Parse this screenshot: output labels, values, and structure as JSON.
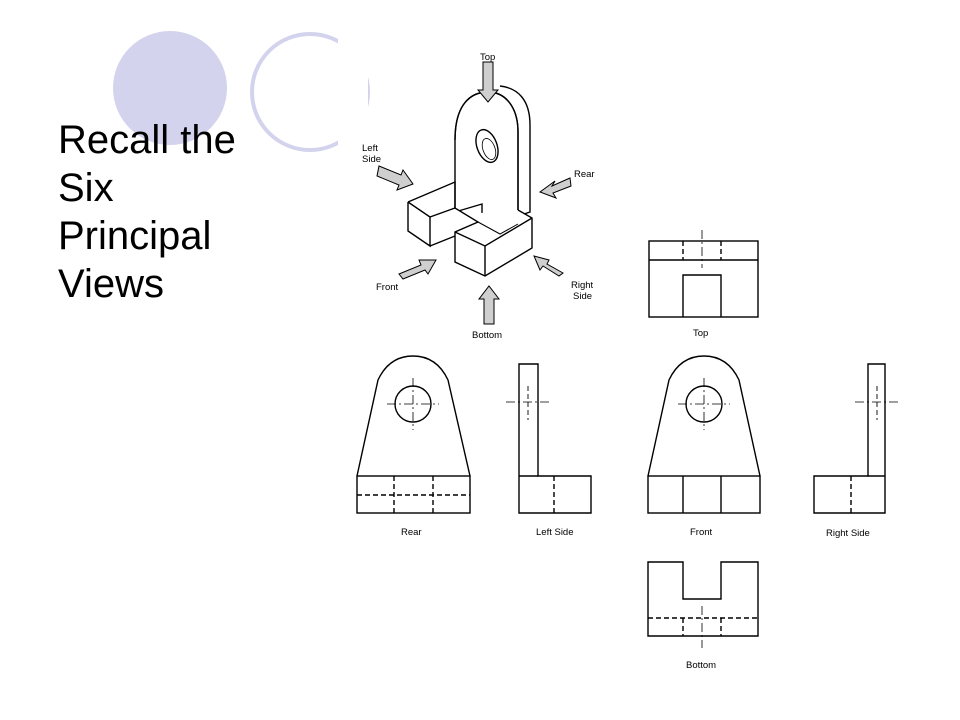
{
  "slide": {
    "title_lines": [
      "Recall the",
      "Six",
      "Principal",
      "Views"
    ]
  },
  "pictorial": {
    "labels": {
      "top": "Top",
      "left_side_1": "Left",
      "left_side_2": "Side",
      "rear": "Rear",
      "front": "Front",
      "bottom": "Bottom",
      "right_side_1": "Right",
      "right_side_2": "Side"
    }
  },
  "views": {
    "top": "Top",
    "rear": "Rear",
    "left_side": "Left Side",
    "front": "Front",
    "right_side": "Right Side",
    "bottom": "Bottom"
  },
  "colors": {
    "circle_fill": "#d3d3ed",
    "circle_outline": "#d3d3ed",
    "line": "#000000",
    "arrow_fill": "#cfcfcf"
  }
}
